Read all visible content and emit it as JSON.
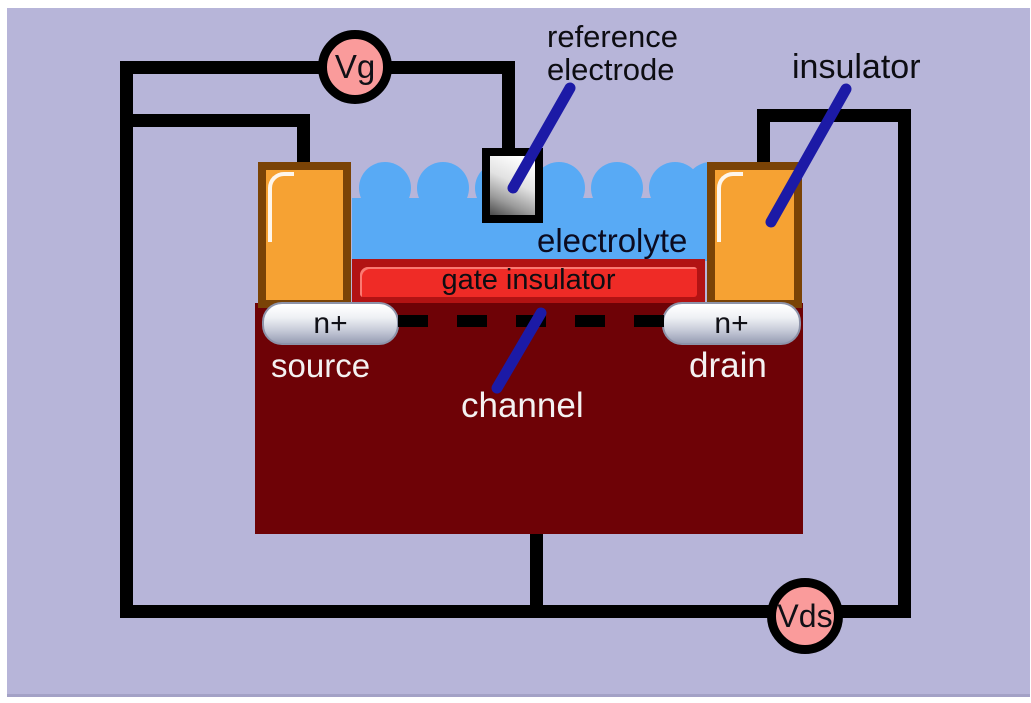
{
  "colors": {
    "canvas": "#b7b5d9",
    "wire": "#000000",
    "arrow": "#1c1aa6",
    "electrolyte": "#58aaf5",
    "substrate": "#6e0206",
    "gate_insulator_outer": "#b21313",
    "gate_insulator_inner": "#ef2b26",
    "insulator_fill": "#f6a233",
    "insulator_border": "#7a4306",
    "source_circle": "#fa9b9b"
  },
  "labels": {
    "reference_electrode": {
      "line1": "reference",
      "line2": "electrode"
    },
    "insulator": "insulator",
    "electrolyte": "electrolyte",
    "gate_insulator": "gate insulator",
    "source_region": "n+",
    "drain_region": "n+",
    "source": "source",
    "drain": "drain",
    "channel": "channel",
    "gate_voltage": "Vg",
    "drain_source_voltage": "Vds"
  }
}
